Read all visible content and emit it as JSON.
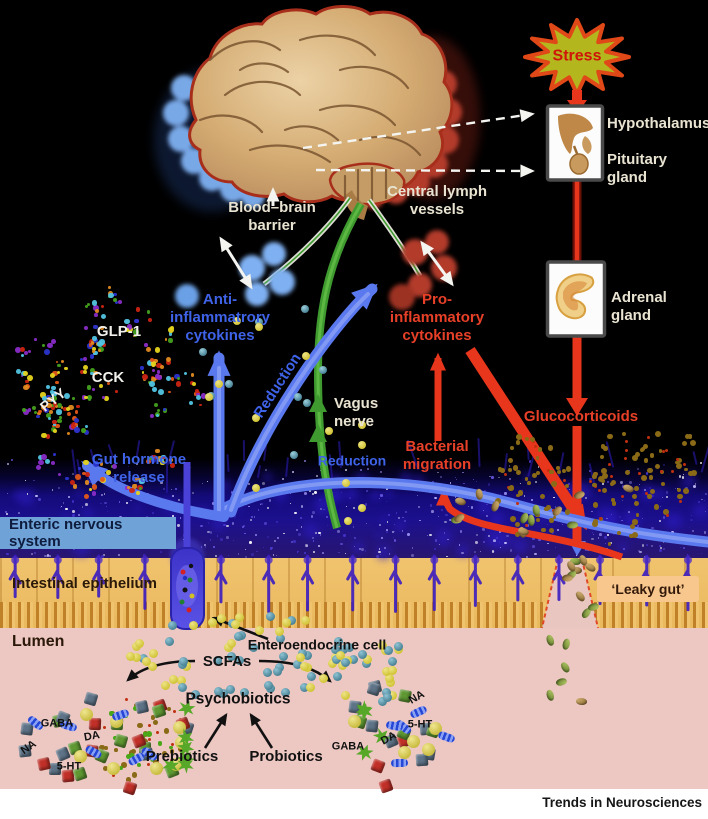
{
  "figure": {
    "journal": "Trends in Neurosciences"
  },
  "labels": {
    "stress": "Stress",
    "hypothalamus": "Hypothalamus",
    "pituitary_gland": "Pituitary gland",
    "adrenal_gland": "Adrenal gland",
    "glucocorticoids": "Glucocorticoids",
    "blood_brain_barrier": "Blood–brain\nbarrier",
    "central_lymph_vessels": "Central lymph\nvessels",
    "anti_inflammatory_cytokines": "Anti-\ninflammatrory\ncytokines",
    "pro_inflammatory_cytokines": "Pro-\ninflammatory\ncytokines",
    "vagus_nerve": "Vagus\nnerve",
    "reduction_vagal": "Reduction",
    "reduction_cytokine": "Reduction",
    "gut_hormone_release": "Gut hormone\nrelease",
    "bacterial_migration": "Bacterial\nmigration",
    "glp1": "GLP-1",
    "cck": "CCK",
    "pyy": "PYY",
    "enteric_nervous_system": "Enteric nervous system",
    "intestinal_epithelium": "Intestinal epithelium",
    "lumen": "Lumen",
    "leaky_gut": "‘Leaky gut’",
    "enteroendocrine_cell": "Enteroendocrine cell",
    "scfas": "SCFAs",
    "psychobiotics": "Psychobiotics",
    "prebiotics": "Prebiotics",
    "probiotics": "Probiotics",
    "gaba": "GABA",
    "na": "NA",
    "da": "DA",
    "serotonin": "5-HT"
  },
  "colors": {
    "background": "#000000",
    "red_pathway": "#e8361c",
    "blue_pathway": "#5b79ef",
    "green_vagus": "#3f9b2f",
    "blue_label": "#3f63e8",
    "red_label": "#e84028",
    "cream_label": "#e9e3d1",
    "stress_burst_fill": "#b4b61e",
    "stress_burst_border": "#e04818",
    "ens_badge": "#6fa3d8",
    "epithelium": "#eec06a",
    "lumen_fill": "#edc7c2",
    "leaky_badge": "#f7c78e",
    "scfa_yellow": "#ddd03a",
    "scfa_teal": "#4b8a9e"
  }
}
